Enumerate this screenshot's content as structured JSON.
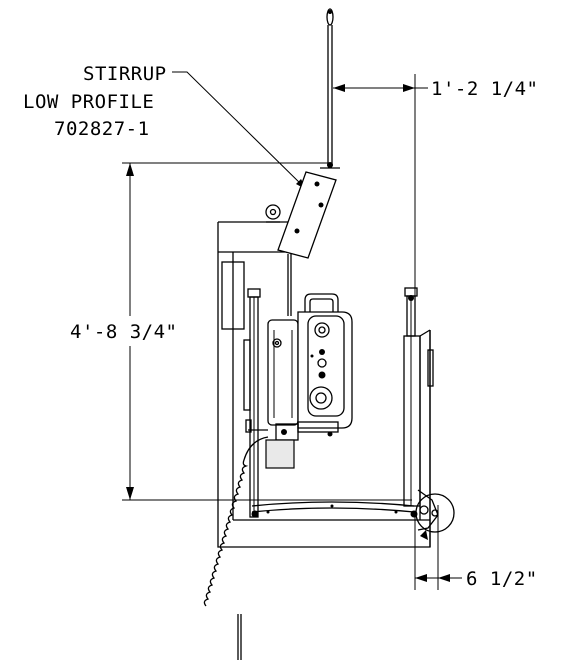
{
  "callout": {
    "line1": "STIRRUP",
    "line2": "LOW PROFILE",
    "line3": "702827-1"
  },
  "dimensions": {
    "top_width": "1'-2 1/4\"",
    "height": "4'-8 3/4\"",
    "bottom_offset": "6 1/2\""
  }
}
